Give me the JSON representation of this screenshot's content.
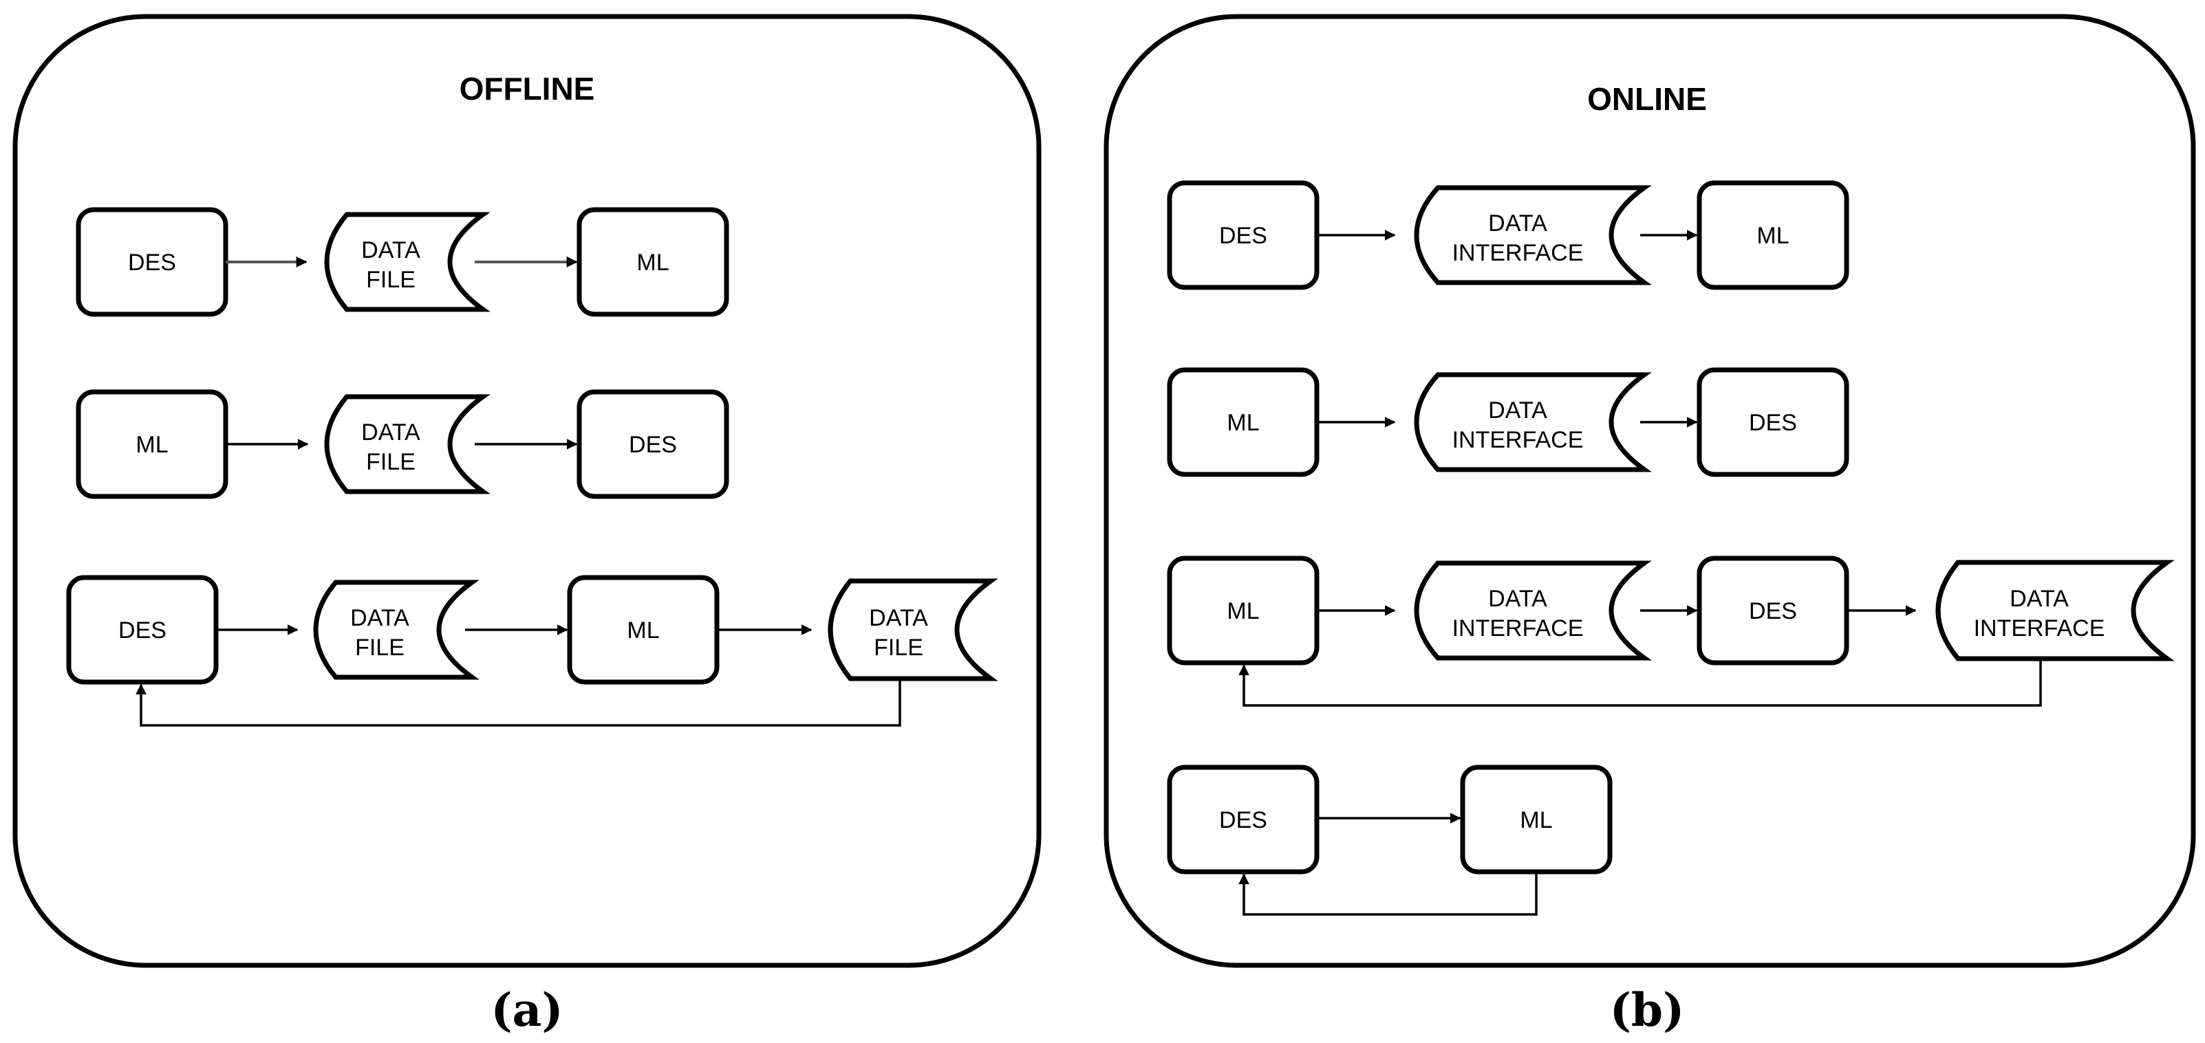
{
  "offline": {
    "title": "OFFLINE",
    "caption": "(a)",
    "row1": {
      "source": "DES",
      "store_line1": "DATA",
      "store_line2": "FILE",
      "target": "ML"
    },
    "row2": {
      "source": "ML",
      "store_line1": "DATA",
      "store_line2": "FILE",
      "target": "DES"
    },
    "row3": {
      "source": "DES",
      "store1_line1": "DATA",
      "store1_line2": "FILE",
      "middle": "ML",
      "store2_line1": "DATA",
      "store2_line2": "FILE"
    }
  },
  "online": {
    "title": "ONLINE",
    "caption": "(b)",
    "row1": {
      "source": "DES",
      "store_line1": "DATA",
      "store_line2": "INTERFACE",
      "target": "ML"
    },
    "row2": {
      "source": "ML",
      "store_line1": "DATA",
      "store_line2": "INTERFACE",
      "target": "DES"
    },
    "row3": {
      "source": "ML",
      "store1_line1": "DATA",
      "store1_line2": "INTERFACE",
      "middle": "DES",
      "store2_line1": "DATA",
      "store2_line2": "INTERFACE"
    },
    "row4": {
      "source": "DES",
      "target": "ML"
    }
  }
}
